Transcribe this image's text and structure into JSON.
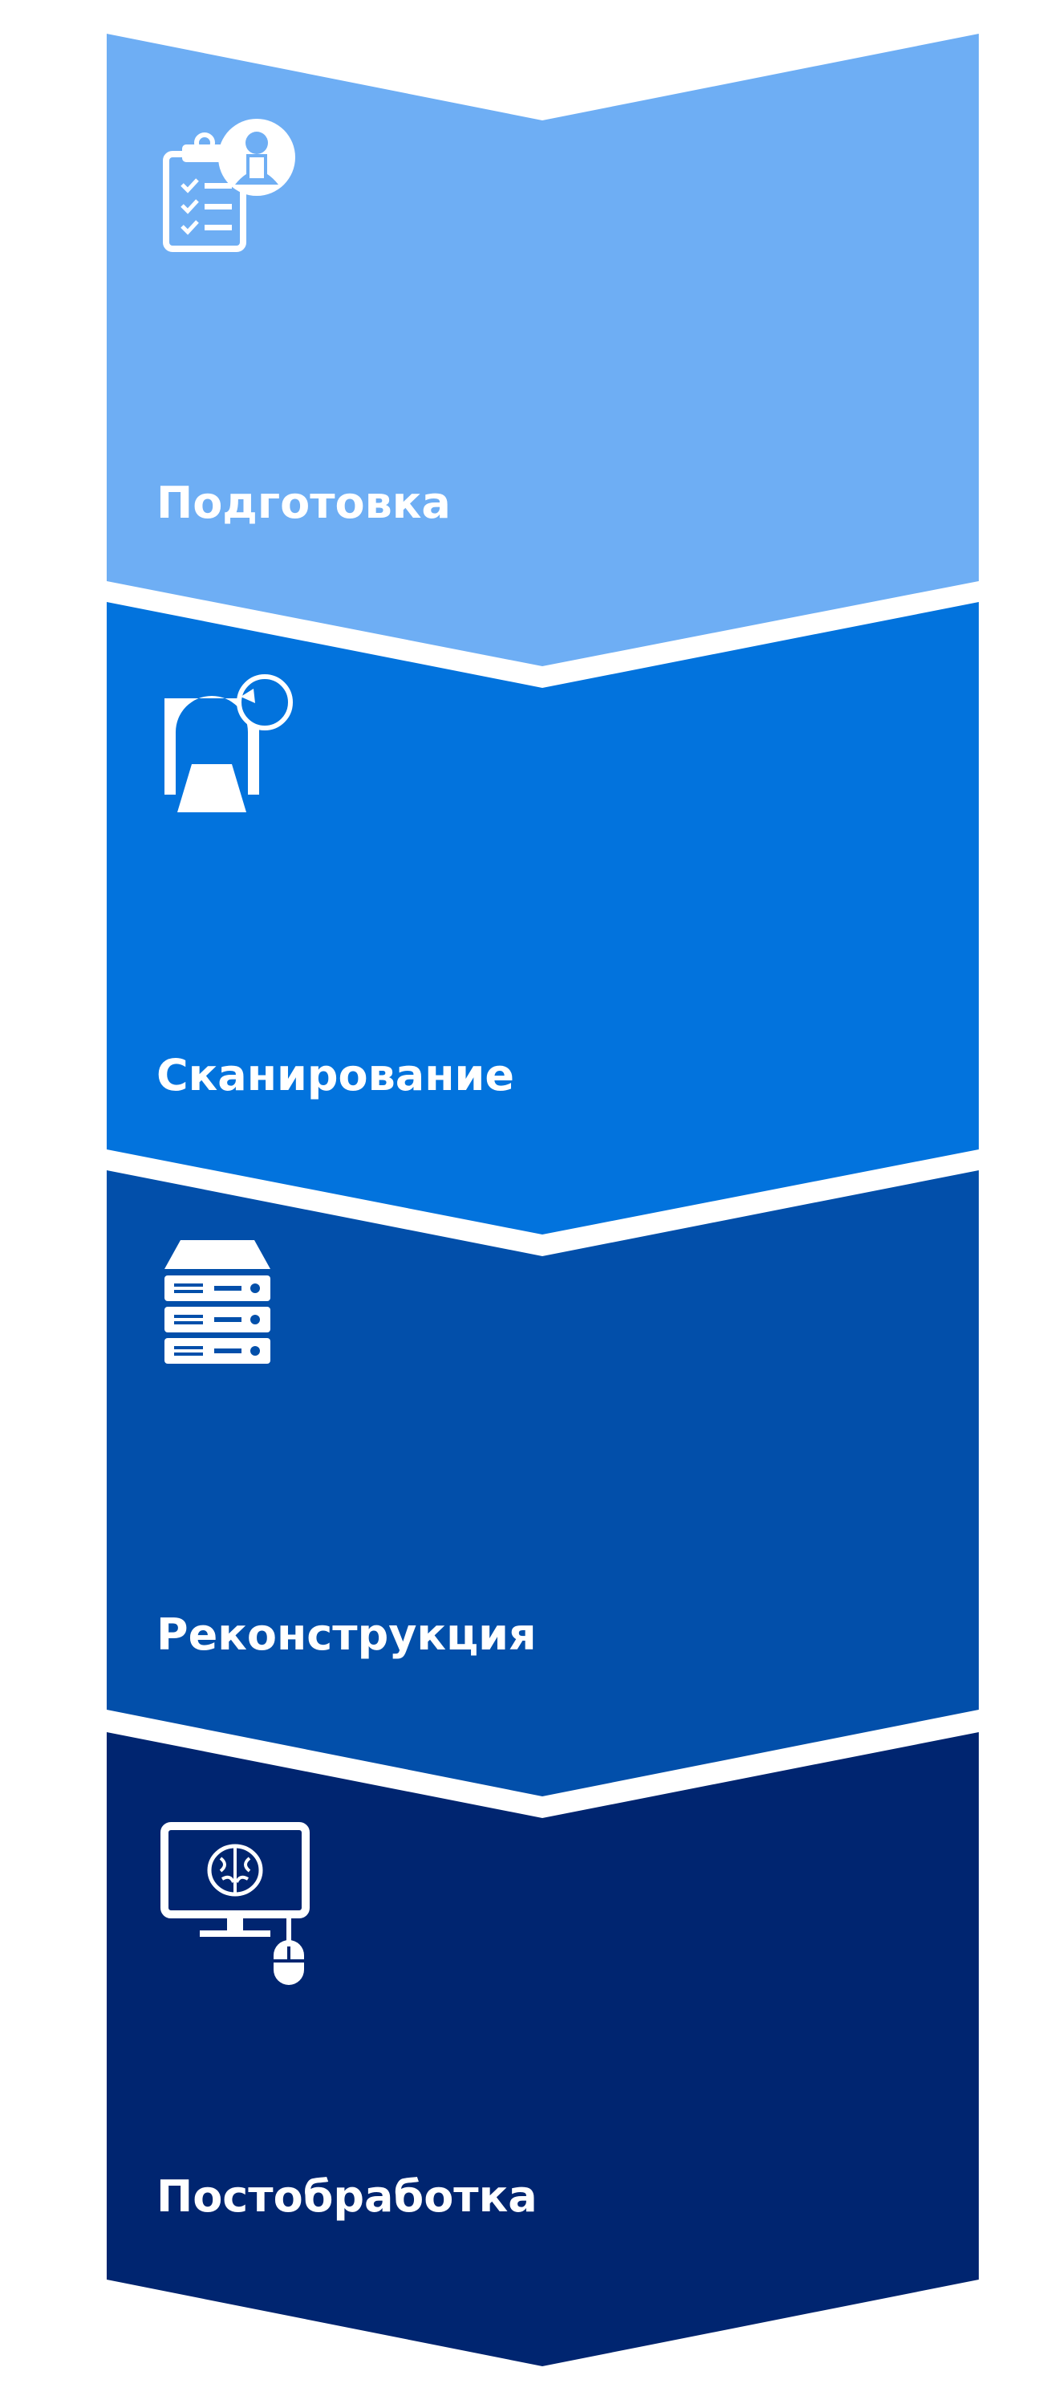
{
  "stages": [
    {
      "label": "Подготовка",
      "icon": "clipboard-patient-icon",
      "color": "#6eaef4"
    },
    {
      "label": "Сканирование",
      "icon": "ct-scanner-icon",
      "color": "#0273dd"
    },
    {
      "label": "Реконструкция",
      "icon": "server-rack-icon",
      "color": "#024faa"
    },
    {
      "label": "Постобработка",
      "icon": "monitor-brain-icon",
      "color": "#002570"
    }
  ],
  "background_color": "#ffffff",
  "foreground_color": "#ffffff"
}
